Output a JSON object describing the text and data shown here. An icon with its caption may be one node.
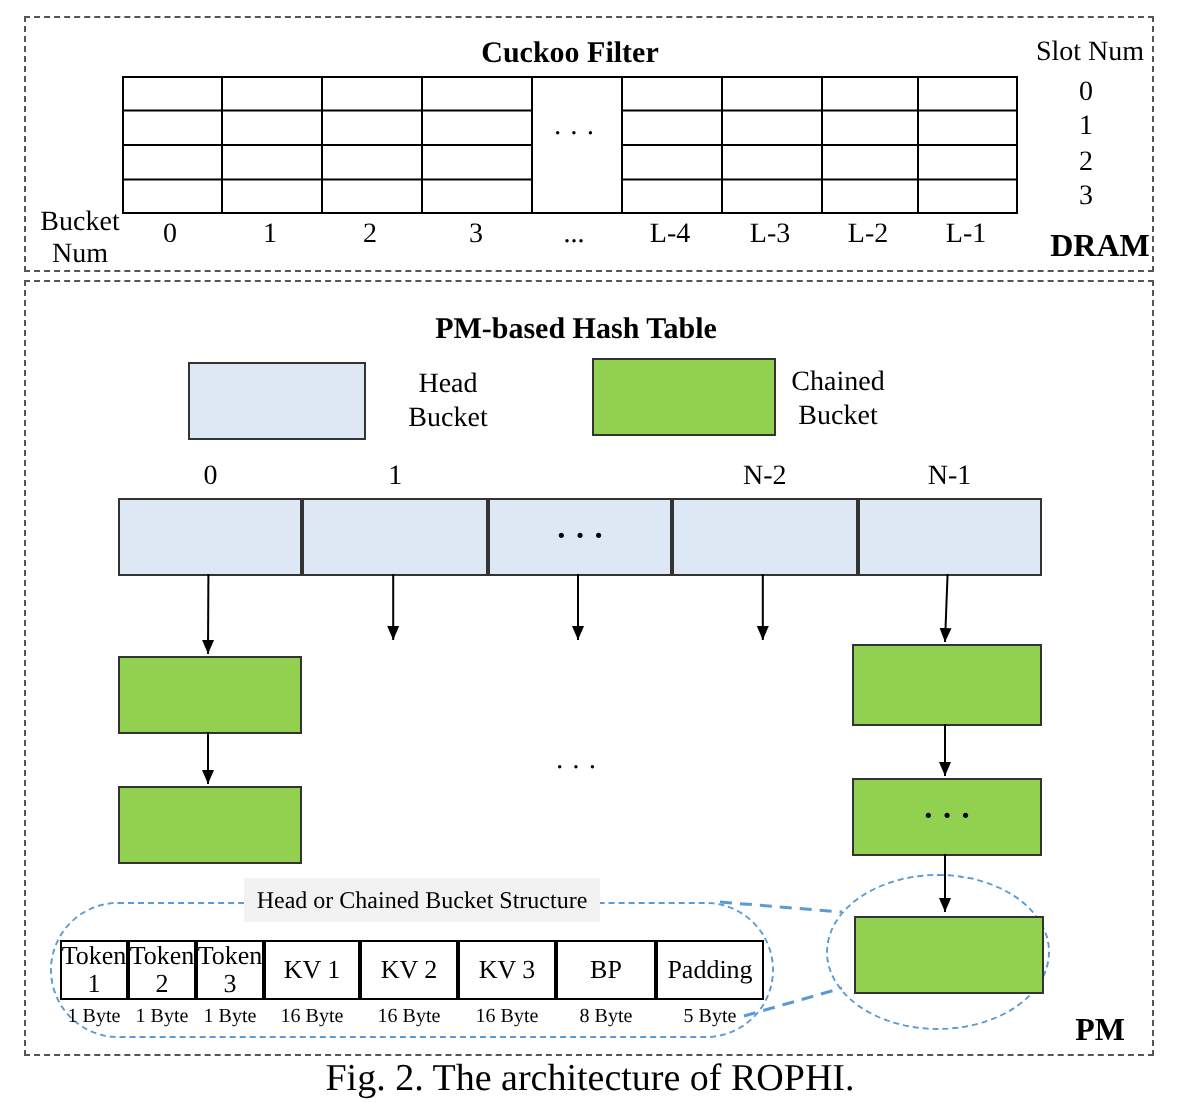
{
  "diagram": {
    "caption": "Fig. 2. The architecture of ROPHI.",
    "nodes": [
      {
        "text": [
          "DRAM"
        ]
      },
      {
        "text": [
          "Cuckoo Filter"
        ],
        "in": 0
      },
      {
        "text": [
          "PM"
        ]
      },
      {
        "text": [],
        "shape": "box",
        "in": 2,
        "beside": [
          "0"
        ]
      },
      {
        "text": [],
        "shape": "box",
        "in": 2,
        "beside": [
          "1"
        ]
      },
      {
        "text": [
          "· · ·"
        ],
        "in": 2
      },
      {
        "text": [],
        "shape": "box",
        "in": 2,
        "beside": [
          "N-2"
        ]
      },
      {
        "text": [],
        "shape": "box",
        "in": 2,
        "beside": [
          "N-1"
        ]
      },
      {
        "text": [],
        "shape": "box",
        "in": 2
      },
      {
        "text": [],
        "shape": "box",
        "in": 2
      },
      {
        "text": [],
        "shape": "box",
        "in": 2
      },
      {
        "text": [
          "· · ·"
        ],
        "in": 2
      },
      {
        "text": [],
        "shape": "ellipse",
        "in": 2
      },
      {
        "text": [],
        "shape": "box",
        "in": 12
      },
      {
        "text": [
          "Head or Chained Bucket Structure"
        ],
        "in": 2
      },
      {
        "text": [
          "Token 1"
        ],
        "in": 14,
        "beside": [
          "1 Byte"
        ]
      },
      {
        "text": [
          "Token 2"
        ],
        "in": 14,
        "beside": [
          "1 Byte"
        ]
      },
      {
        "text": [
          "Token 3"
        ],
        "in": 14,
        "beside": [
          "1 Byte"
        ]
      },
      {
        "text": [
          "KV 1"
        ],
        "in": 14,
        "beside": [
          "16 Byte"
        ]
      },
      {
        "text": [
          "KV 2"
        ],
        "in": 14,
        "beside": [
          "16 Byte"
        ]
      },
      {
        "text": [
          "KV 3"
        ],
        "in": 14,
        "beside": [
          "16 Byte"
        ]
      },
      {
        "text": [
          "BP"
        ],
        "in": 14,
        "beside": [
          "8 Byte"
        ]
      },
      {
        "text": [
          "Padding"
        ],
        "in": 14,
        "beside": [
          "5 Byte"
        ]
      }
    ],
    "edges": [
      {
        "from": 3,
        "to": 8,
        "arrow": "to"
      },
      {
        "from": 8,
        "to": 9,
        "arrow": "to"
      },
      {
        "from": 4,
        "to": null,
        "arrow": "to"
      },
      {
        "from": 5,
        "to": null,
        "arrow": "to"
      },
      {
        "from": 6,
        "to": null,
        "arrow": "to"
      },
      {
        "from": 7,
        "to": 10,
        "arrow": "to"
      },
      {
        "from": 10,
        "to": 11,
        "arrow": "to"
      },
      {
        "from": 11,
        "to": 13,
        "arrow": "to"
      },
      {
        "from": 14,
        "to": 12,
        "arrow": "none",
        "style": "dashed",
        "color": "#5b9bd5"
      },
      {
        "from": 14,
        "to": 12,
        "arrow": "none",
        "style": "dashed",
        "color": "#5b9bd5"
      }
    ],
    "labels": [
      "Slot Num",
      "0",
      "1",
      "2",
      "3",
      "Bucket Num",
      "0",
      "1",
      "2",
      "3",
      "...",
      "L-4",
      "L-3",
      "L-2",
      "L-1",
      "· · ·",
      "PM-based Hash Table",
      "· · ·"
    ],
    "legend": [
      {
        "text": "Head Bucket",
        "color": "#dee8f5"
      },
      {
        "text": "Chained Bucket",
        "color": "#92d050"
      }
    ]
  }
}
